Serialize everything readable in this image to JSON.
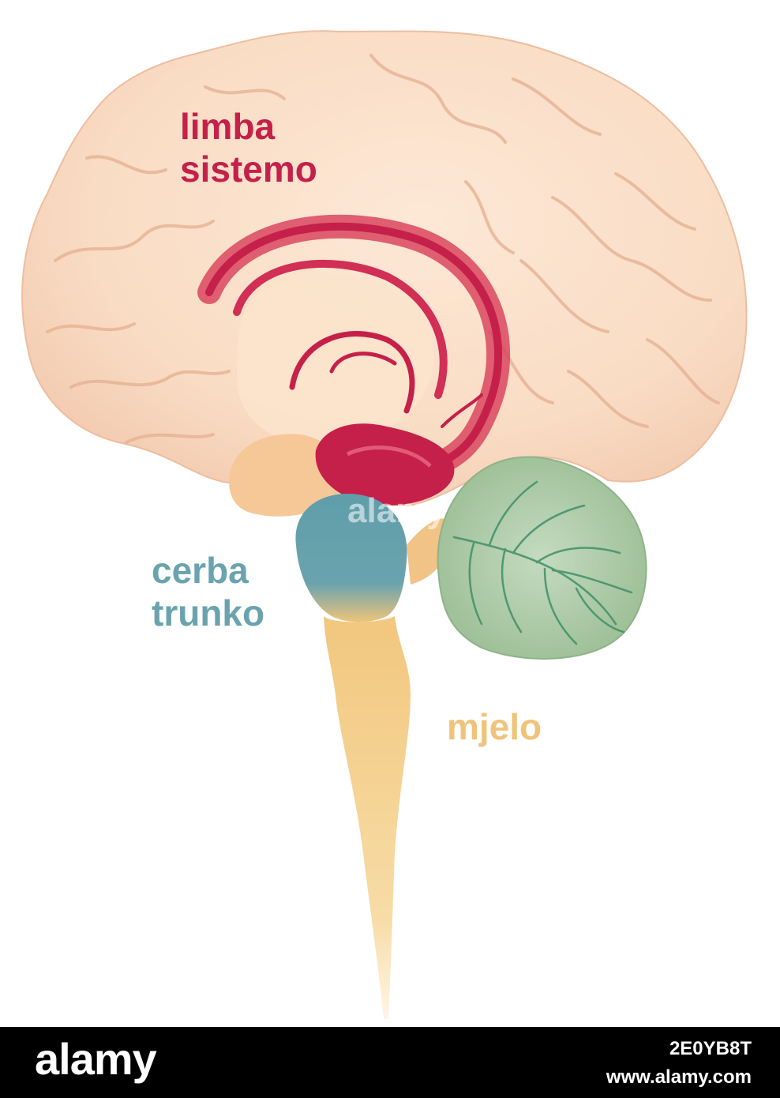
{
  "labels": {
    "limbic_line1": "limba",
    "limbic_line2": "sistemo",
    "brainstem_line1": "cerba",
    "brainstem_line2": "trunko",
    "spinal": "mjelo"
  },
  "watermark": {
    "center": "alamy",
    "footer_logo": "alamy",
    "image_id": "2E0YB8T",
    "url": "www.alamy.com"
  },
  "colors": {
    "cortex": "#f9dcc4",
    "cortex_line": "#e9b79a",
    "limbic": "#c5204a",
    "brainstem": "#6aa3ae",
    "cerebellum": "#a8c7a2",
    "spinal_cord": "#efc47a",
    "footer": "#000000"
  }
}
